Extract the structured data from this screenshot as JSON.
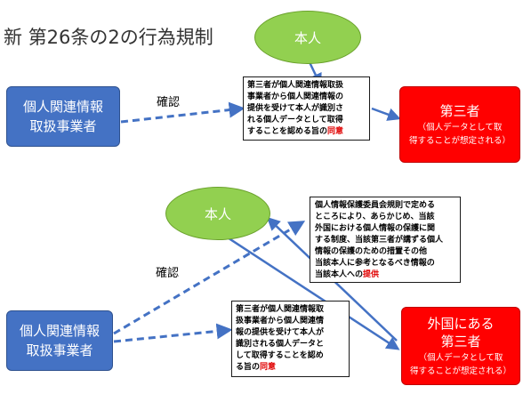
{
  "title": "新 第26条の2の行為規制",
  "top": {
    "business": [
      "個人関連情報",
      "取扱事業者"
    ],
    "person": "本人",
    "confirm_label": "確認",
    "note": [
      "第三者が個人関連情報取扱",
      "事業者から個人関連情報の",
      "提供を受けて本人が識別さ",
      "れる個人データとして取得",
      "することを認める旨の"
    ],
    "note_consent": "同意",
    "third_party": [
      "第三者"
    ],
    "third_party_note": [
      "（個人データとして取",
      "得することが想定される）"
    ]
  },
  "bottom": {
    "business": [
      "個人関連情報",
      "取扱事業者"
    ],
    "person": "本人",
    "confirm_label": "確認",
    "info_note": [
      "個人情報保護委員会規則で定める",
      "ところにより、あらかじめ、当該",
      "外国における個人情報の保護に関",
      "する制度、当該第三者が講ずる個人",
      "情報の保護のための措置その他",
      "当該本人に参考となるべき情報の",
      "当該本人への"
    ],
    "info_note_emph": "提供",
    "consent_note": [
      "第三者が個人関連情報取",
      "扱事業者から個人関連情",
      "報の提供を受けて本人が",
      "識別される個人データと",
      "して取得することを認め",
      "る旨の"
    ],
    "consent_note_emph": "同意",
    "third_party": [
      "外国にある",
      "第三者"
    ],
    "third_party_note": [
      "（個人データとして取",
      "得することが想定される）"
    ]
  },
  "colors": {
    "business": "#4472c4",
    "third_party": "#ff0000",
    "person": "#92d050",
    "arrow": "#4472c4",
    "consent_text": "#e00000"
  }
}
